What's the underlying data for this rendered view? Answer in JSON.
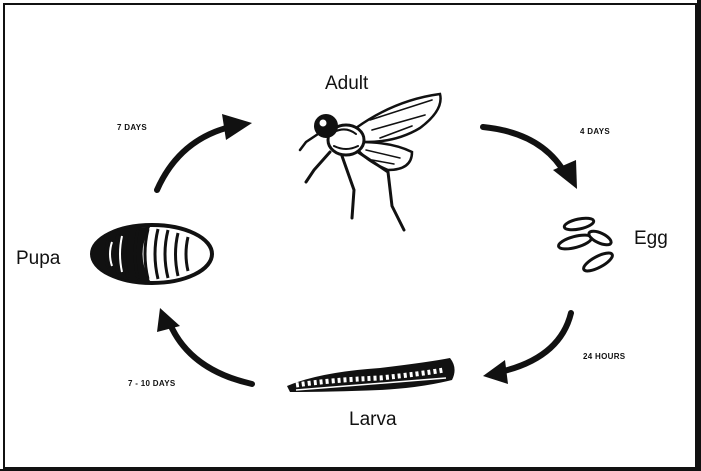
{
  "stages": {
    "adult": "Adult",
    "egg": "Egg",
    "larva": "Larva",
    "pupa": "Pupa"
  },
  "durations": {
    "pupa_to_adult": "7 DAYS",
    "adult_to_egg": "4 DAYS",
    "egg_to_larva": "24 HOURS",
    "larva_to_pupa": "7 - 10 DAYS"
  },
  "colors": {
    "ink": "#111111",
    "background": "#ffffff"
  }
}
